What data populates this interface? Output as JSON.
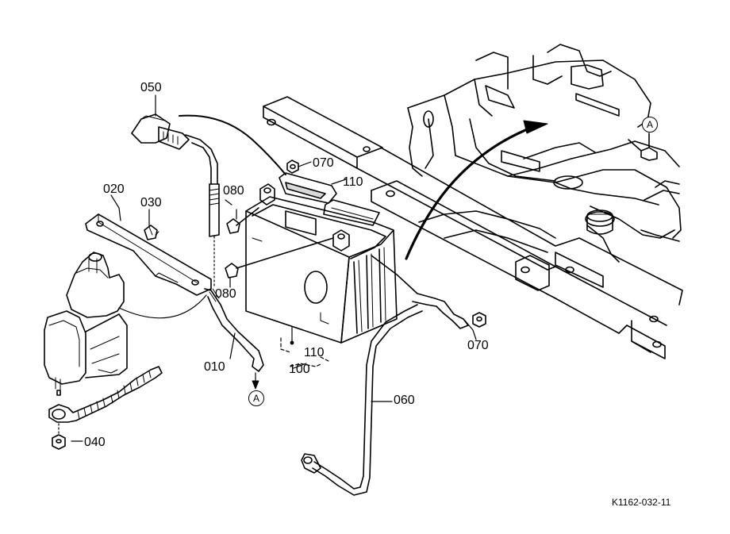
{
  "labels": {
    "p010": "010",
    "p020": "020",
    "p030": "030",
    "p040": "040",
    "p050": "050",
    "p060": "060",
    "p070a": "070",
    "p070b": "070",
    "p080a": "080",
    "p080b": "080",
    "p100": "100",
    "p110a": "110",
    "p110b": "110"
  },
  "callouts": {
    "a_top": "A",
    "a_bottom": "A"
  },
  "figure_ref": "K1162-032-11"
}
